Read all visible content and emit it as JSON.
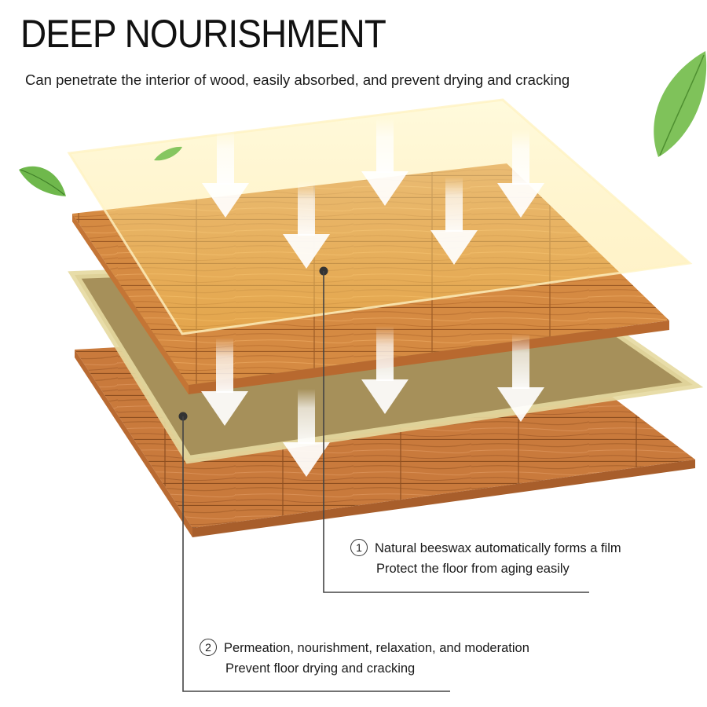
{
  "heading": {
    "title": "DEEP NOURISHMENT",
    "subtitle": "Can penetrate the interior of wood, easily absorbed, and prevent drying and cracking"
  },
  "callouts": [
    {
      "number": "1",
      "line1": "Natural beeswax automatically forms a film",
      "line2": "Protect the floor from aging easily"
    },
    {
      "number": "2",
      "line1": "Permeation, nourishment, relaxation, and moderation",
      "line2": "Prevent floor drying and cracking"
    }
  ],
  "colors": {
    "wood_top": "#d98f45",
    "wood_bottom": "#c97a3c",
    "wax_film": "#f3e6a0",
    "olive_layer": "#a89258",
    "leaf": "#7fc25a",
    "arrow": "#ffffff",
    "leader_line": "#444444"
  },
  "icons": [
    "leaf-icon",
    "down-arrow-icon"
  ]
}
